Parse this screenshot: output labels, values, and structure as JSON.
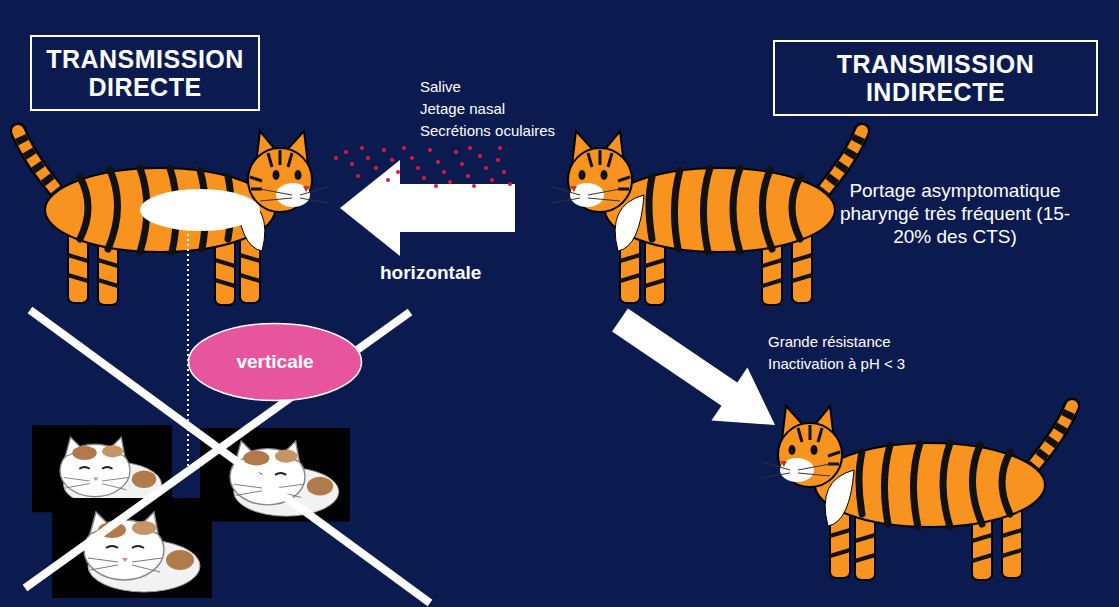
{
  "diagram": {
    "nodes": [
      {
        "text": [
          "TRANSMISSION DIRECTE"
        ]
      },
      {
        "text": [
          "TRANSMISSION INDIRECTE"
        ]
      },
      {
        "text": [
          "verticale"
        ]
      }
    ],
    "labels": [
      "Salive",
      "Jetage nasal",
      "Secrétions oculaires",
      "horizontale",
      "Portage asymptomatique pharyngé très fréquent (15-20% des CTS)",
      "Grande résistance",
      "Inactivation à pH < 3"
    ]
  }
}
